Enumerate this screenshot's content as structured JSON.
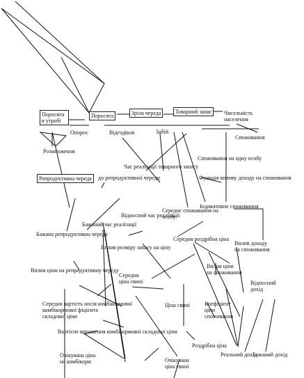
{
  "nodes": {
    "porosyata_v_utrobi": "Поросята\nв утробі",
    "porosyata": "Поросята",
    "zrila_chereda": "Зріла череда",
    "tovarnyi_zapas": "Товарний запас",
    "chyselnist_naselennia": "Чисельність\nнаселення",
    "opores": "Опорос",
    "vidgodivlia": "Відгодівля",
    "zabii": "Забій",
    "spozhyvannia": "Споживання",
    "rozmnozhennia": "Розмноження",
    "spozhyvannia_na_osobu": "Споживання на одну особу",
    "chas_realizatsii": "Час реалізації товарного запасу",
    "reproduktyvna_chereda": "Репродуктивна череда",
    "do_reproduktyvnoi": "до репродуктивної череди",
    "funktsiia_vplyvu_dokhodu": "Функція впливу доходу на споживання",
    "indykatyvne_spozhyvannia": "Індикативне споживання",
    "serednie_spozhyvannia_na_osobu": "Середнє споживання на\nособу",
    "vidnosnyi_chas_realizatsii": "Відносний час реалізації",
    "bazhanyi_chas_realizatsii": "Бажаний час реалізації",
    "bazhana_reproduktyvna": "Бажана репродуктивна череда",
    "serednia_rozdribna_tsina": "Середня роздрібна ціна",
    "vplyv_dokhodu": "Вплив доходу\nна споживання",
    "vplyv_rozmiru_zapasu": "Вплив розміру запасу на ціну",
    "vplyv_tsiny_na_spozhyvannia": "Вплив ціни\nна споживання",
    "vplyv_tsiny_na_reproduktyvnu": "Вплив ціни на репродуктивну череду",
    "serednia_tsina_svyni": "Середня\nціна свині",
    "vidnosnyi_dokhid": "Відносний\nдохід",
    "serednia_vartist_nosiia": "Середня вартість носія комбікормової\nкомбікормової фіцієнта\nскладової ціни",
    "tsina_svyni": "Ціна свині",
    "koefitsient_spozhyvannia": "Коефіцієнт\nціни\nспоживання",
    "vartisne_vyrazhennia": "Вартісне вираження комбікормової складової ціни",
    "rozdribna_tsina": "Роздрібна ціна",
    "realnyi_dokhid": "Реальний дохід",
    "bazhanyi_dokhid": "Бажаний дохід",
    "ochikuvana_tsina_kombikorm": "Очікувана ціна\nна комбікорм",
    "ochikuvana_tsina_svyni": "Очікувана\nціна свині"
  }
}
